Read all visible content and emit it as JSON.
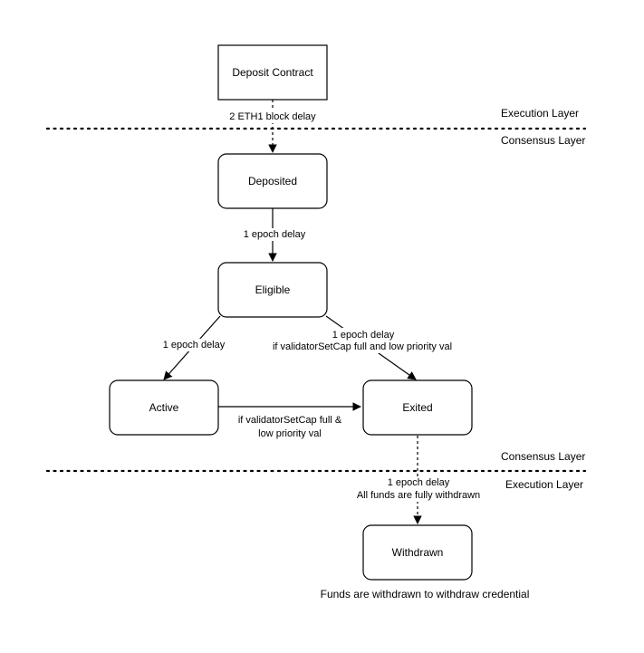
{
  "nodes": {
    "deposit_contract": "Deposit Contract",
    "deposited": "Deposited",
    "eligible": "Eligible",
    "active": "Active",
    "exited": "Exited",
    "withdrawn": "Withdrawn"
  },
  "edges": {
    "deposit_to_deposited": "2 ETH1 block delay",
    "deposited_to_eligible": "1 epoch delay",
    "eligible_to_active": "1 epoch delay",
    "eligible_to_exited_line1": "1 epoch delay",
    "eligible_to_exited_line2": "if validatorSetCap full and low priority val",
    "active_to_exited_line1": "if validatorSetCap full &",
    "active_to_exited_line2": "low priority val",
    "exited_to_withdrawn_line1": "1 epoch delay",
    "exited_to_withdrawn_line2": "All funds are fully withdrawn"
  },
  "layers": {
    "top_upper": "Execution Layer",
    "top_lower": "Consensus Layer",
    "bottom_upper": "Consensus Layer",
    "bottom_lower": "Execution Layer"
  },
  "notes": {
    "withdrawn_note": "Funds are withdrawn to withdraw credential"
  }
}
